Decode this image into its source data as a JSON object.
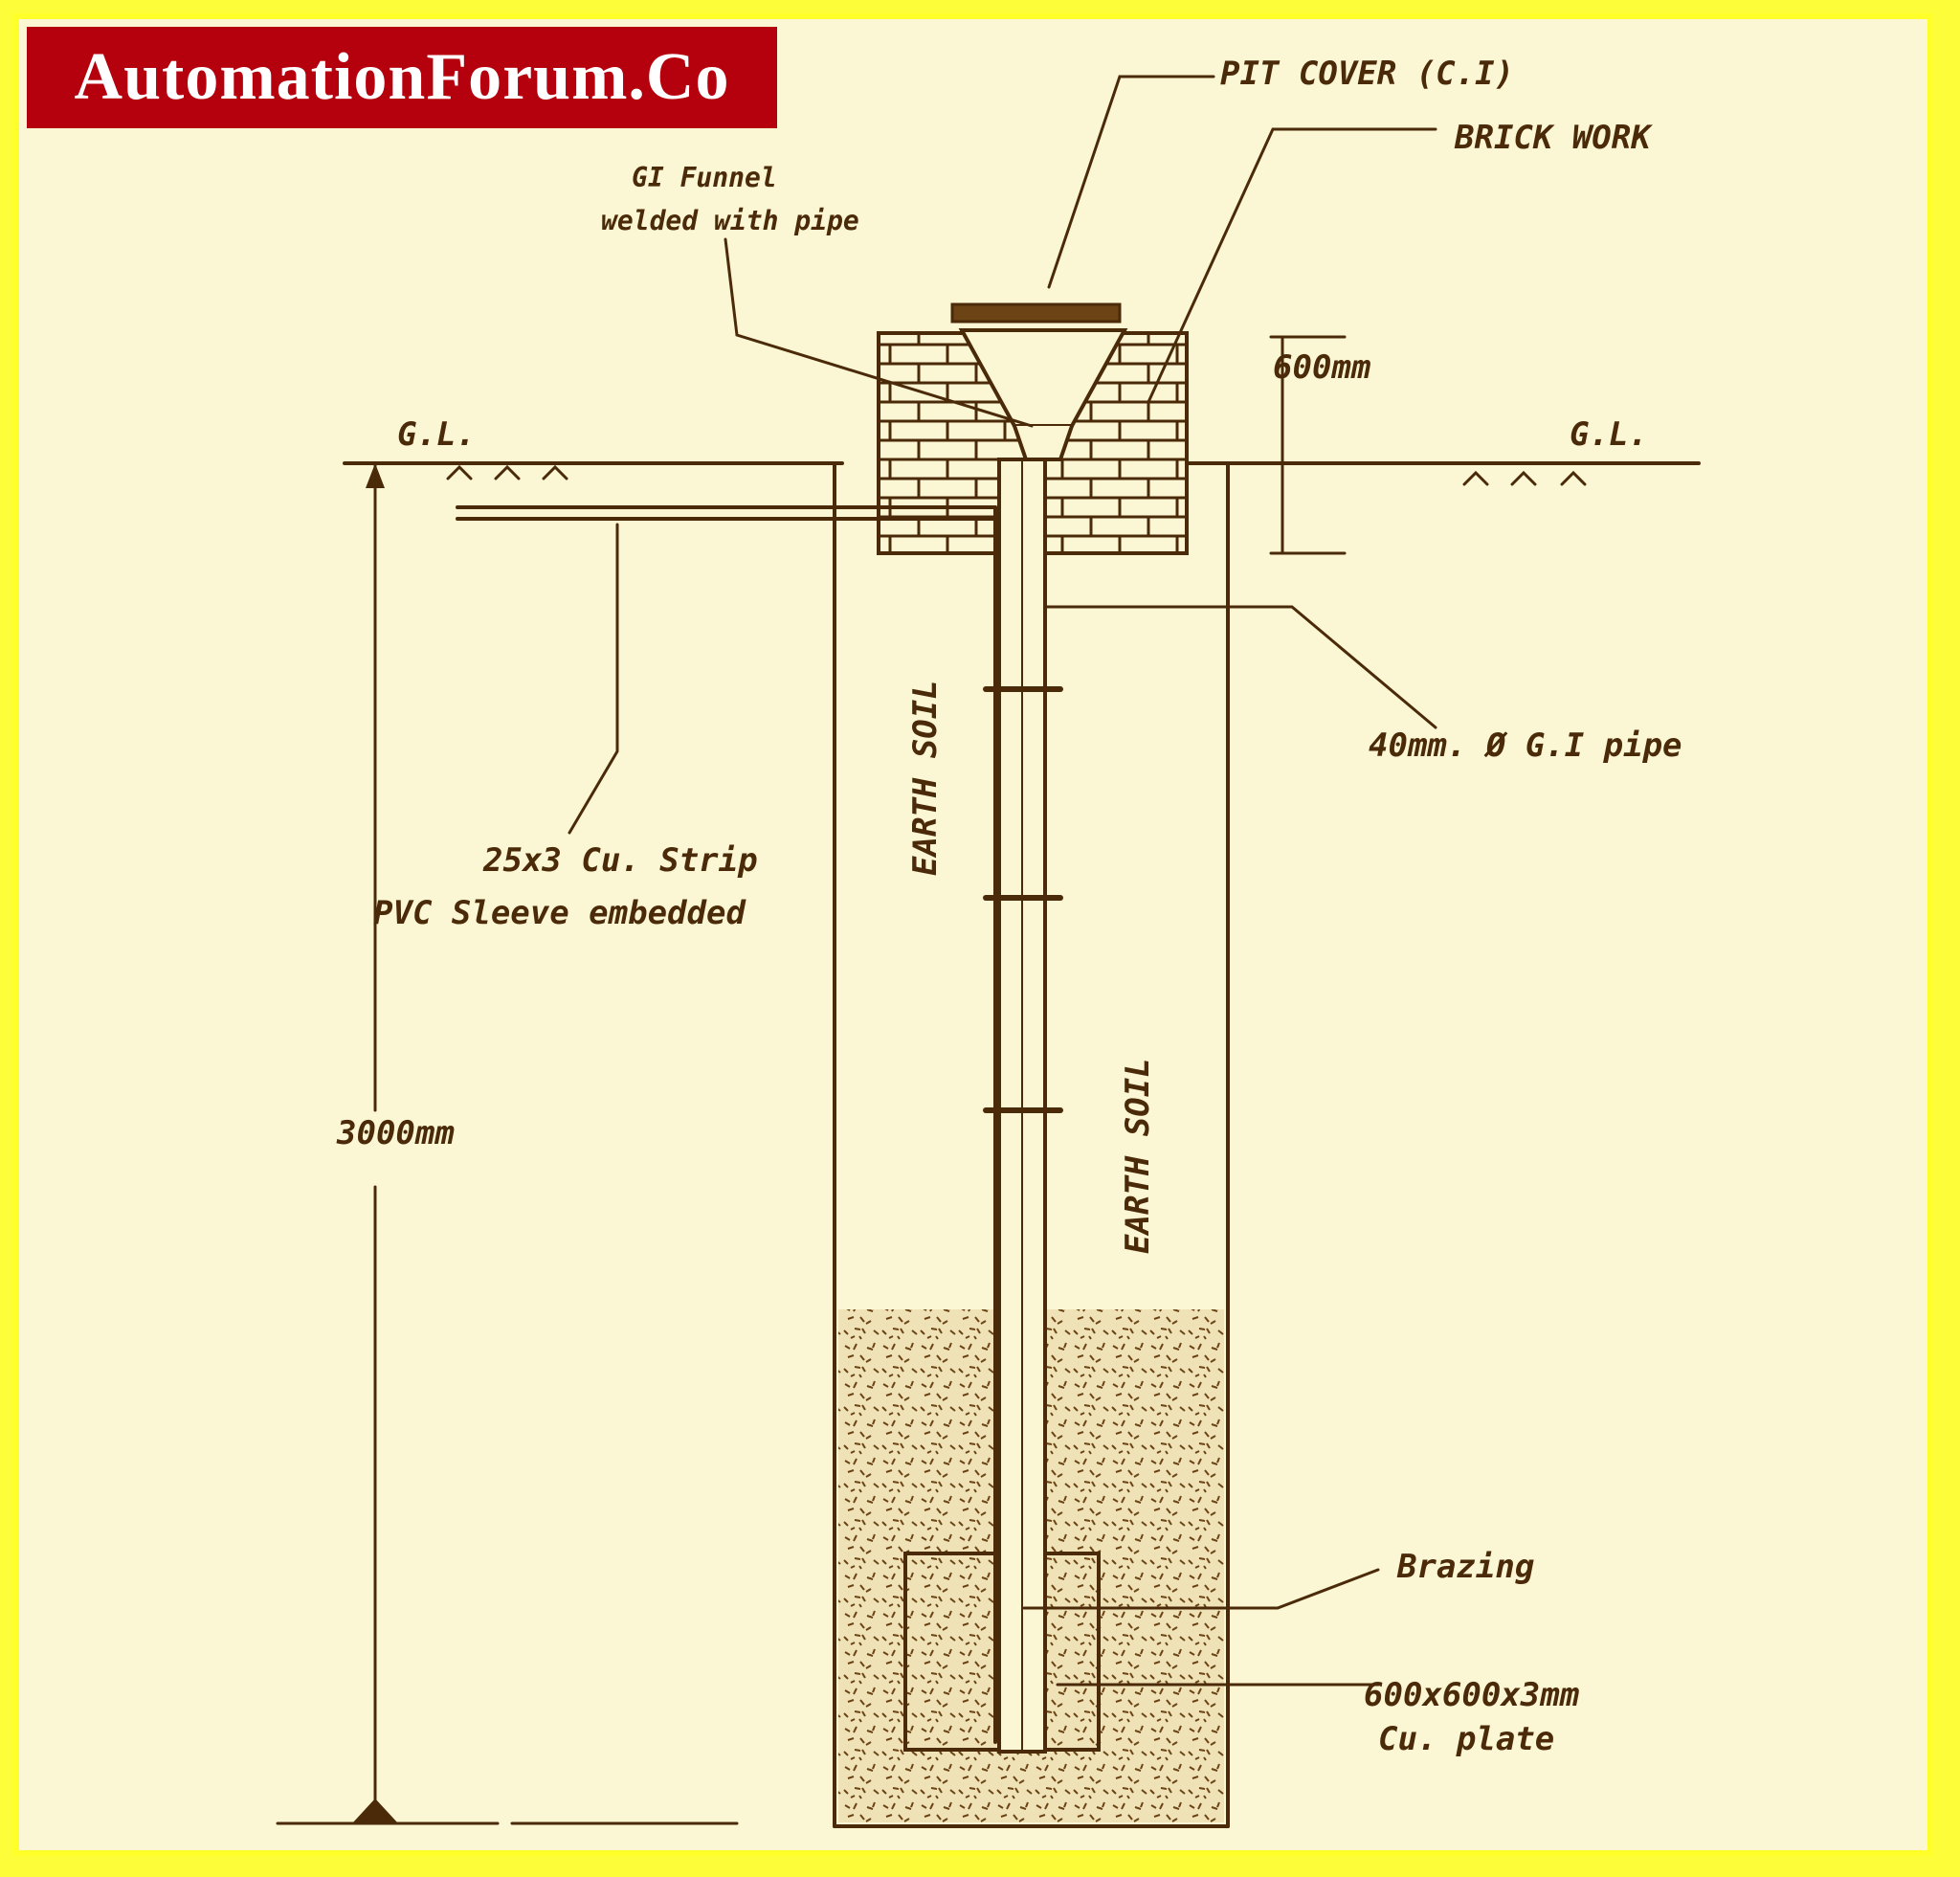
{
  "brand": {
    "text": "AutomationForum.Co"
  },
  "colors": {
    "border": "#fdfd3a",
    "paper": "#fbf6d4",
    "brand_bg": "#b5000d",
    "ink": "#4a2a08",
    "gravel": "#e9d9a6"
  },
  "labels": {
    "pit_cover": "PIT COVER (C.I)",
    "brick_work": "BRICK WORK",
    "funnel_line1": "GI Funnel",
    "funnel_line2": "welded with pipe",
    "depth_600": "600mm",
    "gl_left": "G.L.",
    "gl_right": "G.L.",
    "gi_pipe": "40mm. Ø G.I pipe",
    "strip_line1": "25x3 Cu. Strip",
    "strip_line2": "PVC Sleeve embedded",
    "depth_3000": "3000mm",
    "earth_soil_1": "EARTH SOIL",
    "earth_soil_2": "EARTH SOIL",
    "brazing": "Brazing",
    "plate_line1": "600x600x3mm",
    "plate_line2": "Cu. plate"
  }
}
